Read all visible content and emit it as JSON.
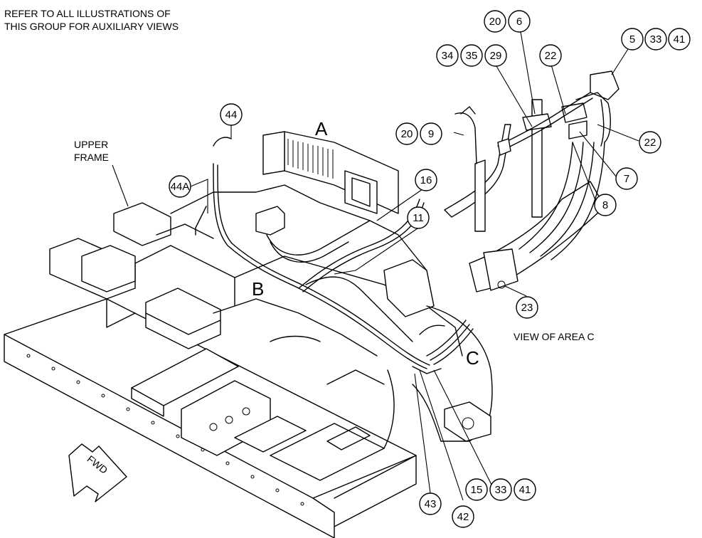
{
  "note": {
    "line1": "REFER TO ALL ILLUSTRATIONS OF",
    "line2": "THIS GROUP FOR AUXILIARY VIEWS"
  },
  "labels": {
    "upper_frame_line1": "UPPER",
    "upper_frame_line2": "FRAME",
    "view_of_area_c": "VIEW OF AREA C",
    "fwd": "FWD"
  },
  "areas": {
    "a": "A",
    "b": "B",
    "c": "C"
  },
  "callouts": {
    "c20_top": "20",
    "c6": "6",
    "c5": "5",
    "c33_top": "33",
    "c41_top": "41",
    "c34": "34",
    "c35": "35",
    "c29": "29",
    "c22_top": "22",
    "c22_right": "22",
    "c20_mid": "20",
    "c9": "9",
    "c7": "7",
    "c8": "8",
    "c23": "23",
    "c44": "44",
    "c44a": "44A",
    "c16": "16",
    "c11": "11",
    "c15": "15",
    "c33_bot": "33",
    "c41_bot": "41",
    "c43": "43",
    "c42": "42"
  }
}
